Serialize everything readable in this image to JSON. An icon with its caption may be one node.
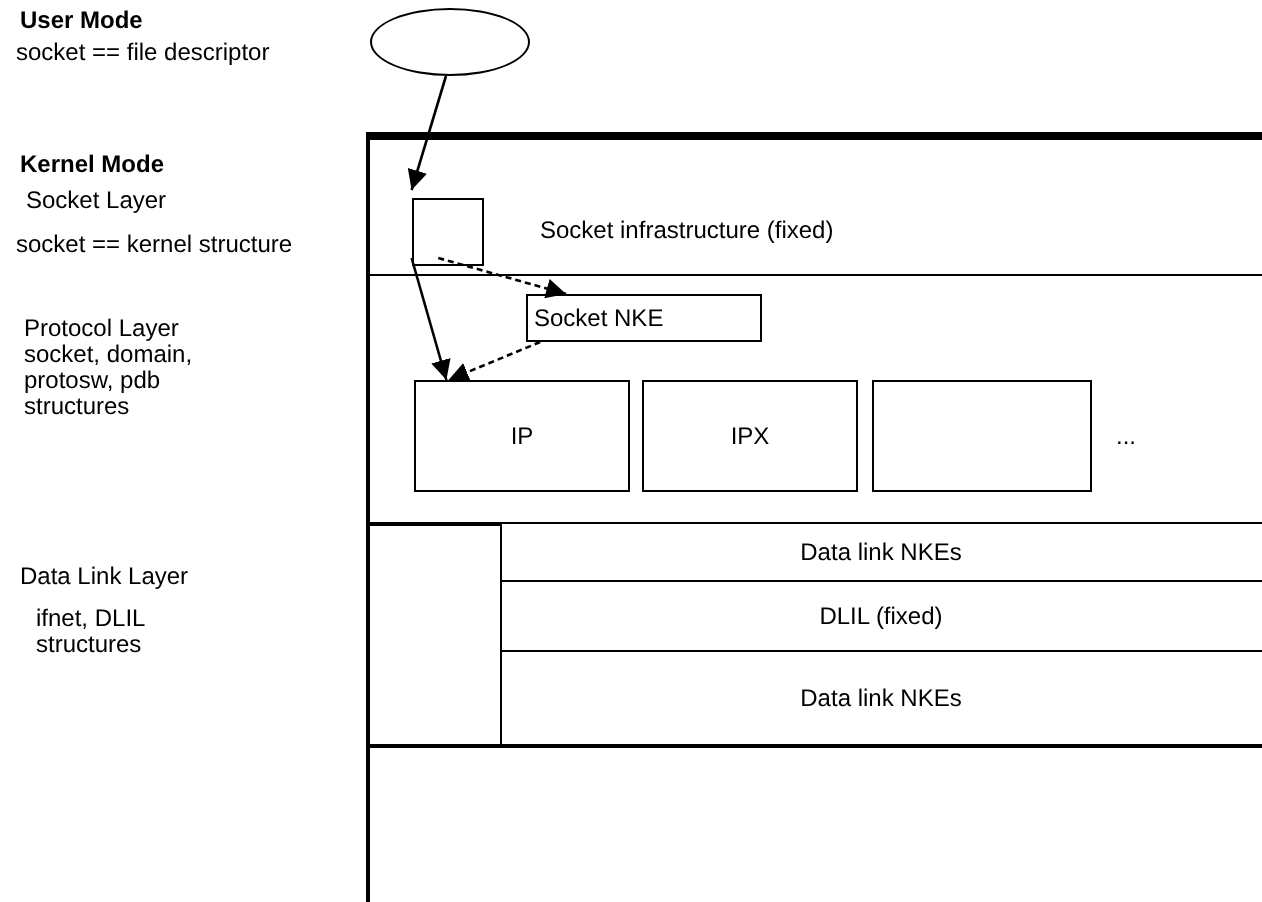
{
  "diagram": {
    "nodes": [
      {
        "text": [],
        "shape": "ellipse"
      },
      {
        "text": [
          "Socket infrastructure (fixed)"
        ]
      },
      {
        "text": [],
        "shape": "box",
        "in": 1
      },
      {
        "text": [
          "Socket NKE"
        ]
      },
      {
        "text": [
          "IP"
        ]
      },
      {
        "text": [
          "IPX"
        ]
      },
      {
        "text": [],
        "shape": "box"
      },
      {
        "text": [],
        "shape": "box"
      },
      {
        "text": [
          "Data link NKEs"
        ]
      },
      {
        "text": [
          "DLIL (fixed)"
        ]
      },
      {
        "text": [
          "Data link NKEs"
        ]
      }
    ],
    "edges": [
      {
        "from": 0,
        "to": 2,
        "arrow": "to"
      },
      {
        "from": 2,
        "to": 3,
        "arrow": "to",
        "style": "dashed"
      },
      {
        "from": 2,
        "to": 4,
        "arrow": "to"
      },
      {
        "from": 3,
        "to": 4,
        "arrow": "to",
        "style": "dashed"
      }
    ],
    "labels": [
      "User Mode",
      "socket == file descriptor",
      "Kernel Mode",
      "Socket Layer",
      "socket == kernel structure",
      "Protocol Layer socket, domain, protosw, pdb structures",
      "...",
      "Data Link Layer",
      "ifnet, DLIL structures"
    ]
  }
}
